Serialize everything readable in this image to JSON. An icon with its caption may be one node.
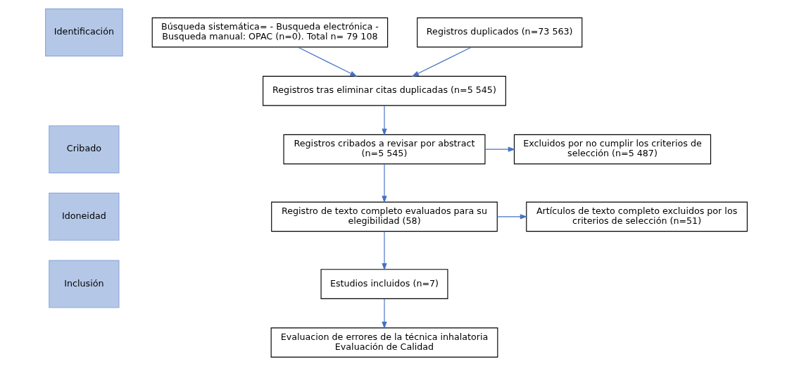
{
  "diagram": {
    "nodes": [
      {
        "text": [
          "Identificación"
        ]
      },
      {
        "text": [
          "Búsqueda sistemática= - Busqueda electrónica - Busqueda manual: OPAC (n=0). Total n= 79 108"
        ]
      },
      {
        "text": [
          "Registros duplicados (n=73 563)"
        ]
      },
      {
        "text": [
          "Registros tras eliminar citas duplicadas (n=5 545)"
        ]
      },
      {
        "text": [
          "Cribado"
        ]
      },
      {
        "text": [
          "Registros cribados a revisar por abstract (n=5 545)"
        ]
      },
      {
        "text": [
          "Excluidos por no cumplir los criterios de selección (n=5 487)"
        ]
      },
      {
        "text": [
          "Idoneidad"
        ]
      },
      {
        "text": [
          "Registro de texto completo evaluados para su elegibilidad (58)"
        ]
      },
      {
        "text": [
          "Artículos de texto completo excluidos por los criterios de selección (n=51)"
        ]
      },
      {
        "text": [
          "Inclusión"
        ]
      },
      {
        "text": [
          "Estudios incluidos (n=7)"
        ]
      },
      {
        "text": [
          "Evaluacion de errores de la técnica inhalatoria",
          "Evaluación de Calidad"
        ]
      }
    ],
    "edges": [
      {
        "from": 1,
        "to": 3,
        "arrow": "to"
      },
      {
        "from": 2,
        "to": 3,
        "arrow": "to"
      },
      {
        "from": 3,
        "to": 5,
        "arrow": "to"
      },
      {
        "from": 5,
        "to": 6,
        "arrow": "to"
      },
      {
        "from": 5,
        "to": 8,
        "arrow": "to"
      },
      {
        "from": 8,
        "to": 9,
        "arrow": "to"
      },
      {
        "from": 8,
        "to": 11,
        "arrow": "to"
      },
      {
        "from": 11,
        "to": 12,
        "arrow": "to"
      }
    ]
  }
}
